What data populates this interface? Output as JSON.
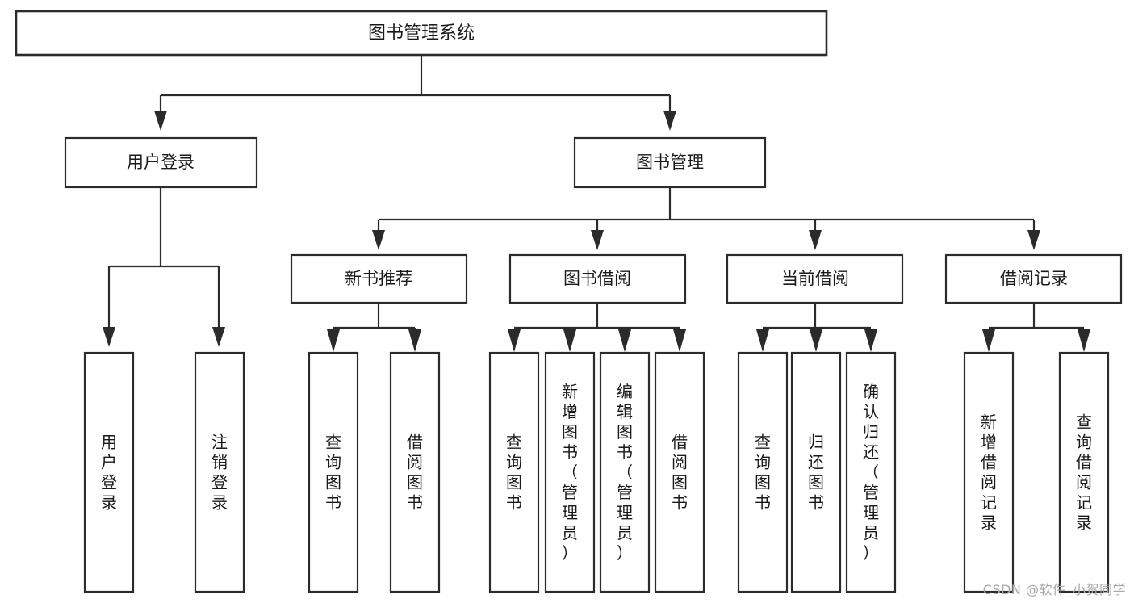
{
  "diagram": {
    "title": "图书管理系统",
    "type": "tree-structure-chart",
    "watermark": "CSDN @软件_小贺同学",
    "colors": {
      "stroke": "#2b2b2b",
      "fill": "#ffffff",
      "text": "#1a1a1a",
      "watermark": "#a8a8a8"
    },
    "root": {
      "label": "图书管理系统"
    },
    "level2": [
      {
        "label": "用户登录"
      },
      {
        "label": "图书管理"
      }
    ],
    "level3": [
      {
        "label": "新书推荐"
      },
      {
        "label": "图书借阅"
      },
      {
        "label": "当前借阅"
      },
      {
        "label": "借阅记录"
      }
    ],
    "leaves": {
      "user_login": [
        {
          "label": "用户登录"
        },
        {
          "label": "注销登录"
        }
      ],
      "new_book_recommend": [
        {
          "label": "查询图书"
        },
        {
          "label": "借阅图书"
        }
      ],
      "book_borrow": [
        {
          "label": "查询图书"
        },
        {
          "label": "新增图书（管理员）"
        },
        {
          "label": "编辑图书（管理员）"
        },
        {
          "label": "借阅图书"
        }
      ],
      "current_borrow": [
        {
          "label": "查询图书"
        },
        {
          "label": "归还图书"
        },
        {
          "label": "确认归还（管理员）"
        }
      ],
      "borrow_record": [
        {
          "label": "新增借阅记录"
        },
        {
          "label": "查询借阅记录"
        }
      ]
    }
  }
}
